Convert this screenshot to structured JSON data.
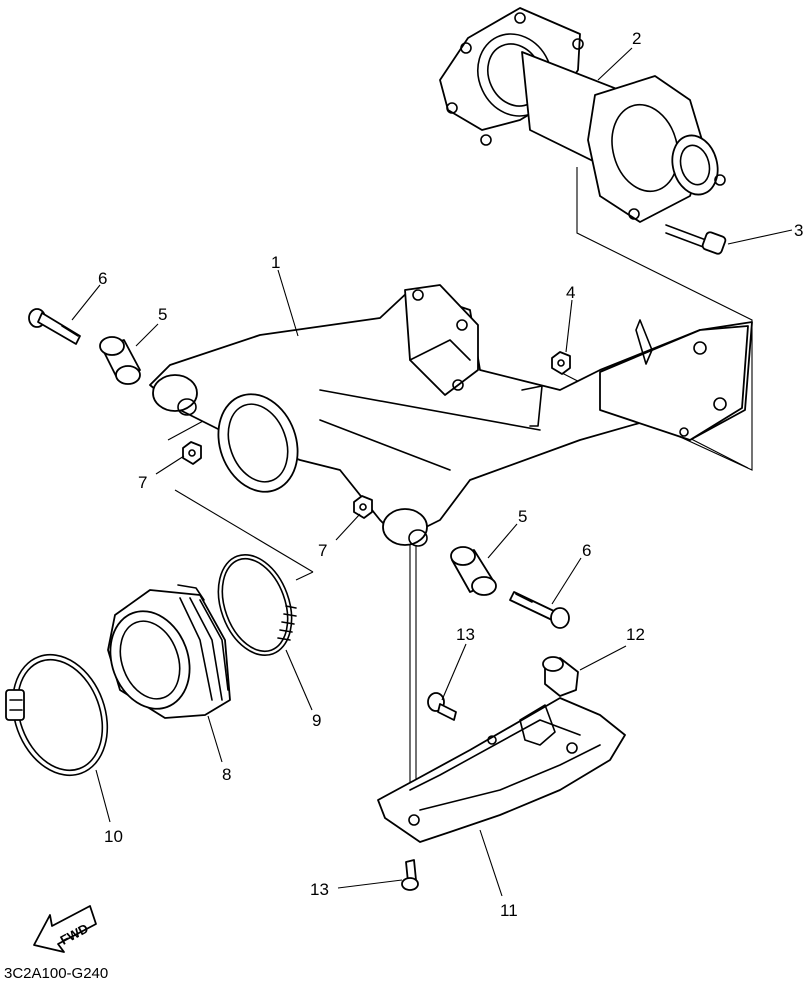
{
  "diagram_code": "3C2A100-G240",
  "fwd_label": "FWD",
  "callouts": {
    "c1": "1",
    "c2": "2",
    "c3": "3",
    "c4": "4",
    "c5a": "5",
    "c5b": "5",
    "c6a": "6",
    "c6b": "6",
    "c7a": "7",
    "c7b": "7",
    "c8": "8",
    "c9": "9",
    "c10": "10",
    "c11": "11",
    "c12": "12",
    "c13a": "13",
    "c13b": "13"
  }
}
